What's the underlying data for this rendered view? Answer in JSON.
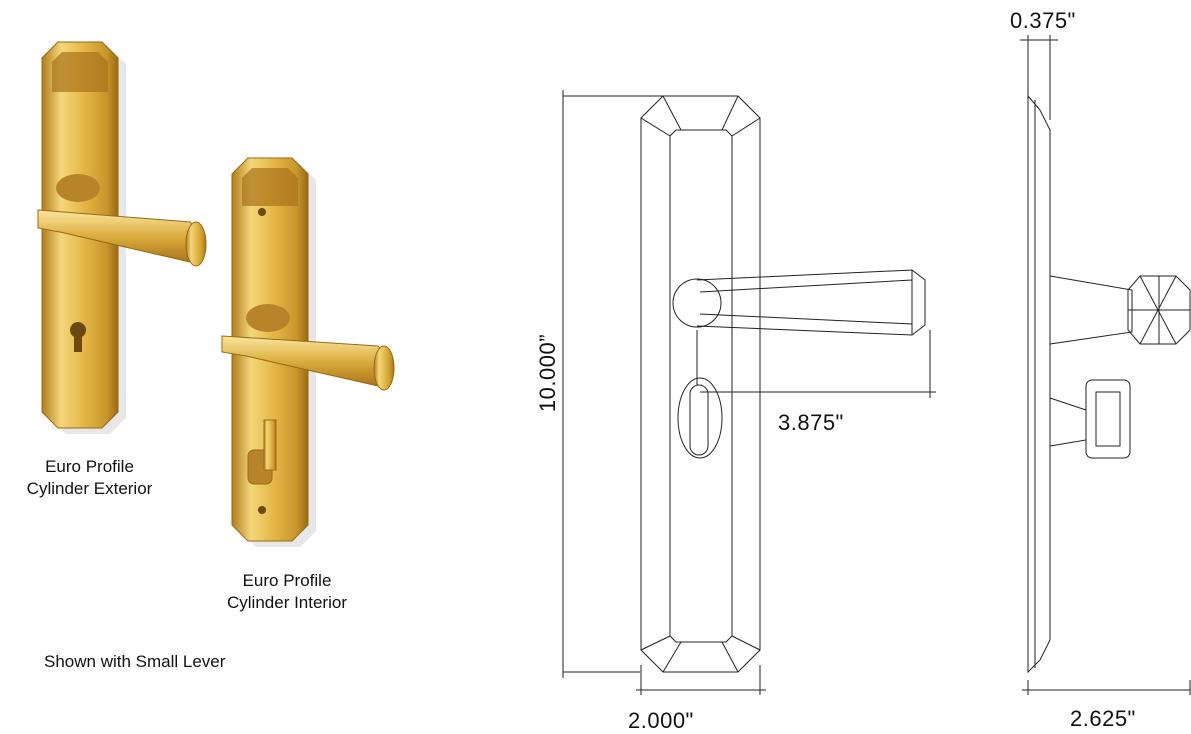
{
  "photos": {
    "exterior_caption": "Euro Profile\nCylinder Exterior",
    "interior_caption": "Euro Profile\nCylinder Interior",
    "note": "Shown with Small Lever",
    "finish_colors": {
      "light": "#f8e08a",
      "mid": "#dcae3f",
      "dark": "#a8741a",
      "shadow": "#c8c8c8"
    }
  },
  "drawing": {
    "height_label": "10.000”",
    "width_label": "2.000\"",
    "projection_label": "3.875\"",
    "thickness_label": "0.375\"",
    "depth_label": "2.625\""
  }
}
